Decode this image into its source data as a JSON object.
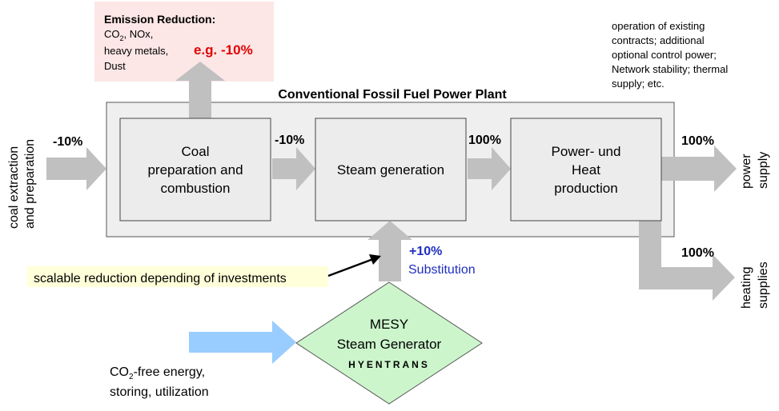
{
  "plant": {
    "title": "Conventional Fossil Fuel Power Plant"
  },
  "emission": {
    "heading": "Emission Reduction:",
    "line1_pre": "CO",
    "line1_sub": "2",
    "line1_post": ", NOx,",
    "line2": "heavy metals,",
    "line3": "Dust",
    "highlight": "e.g. -10%",
    "highlight_color": "#e00000"
  },
  "ops_note": [
    "operation of existing",
    "contracts; additional",
    "optional control power;",
    "Network stability; thermal",
    "supply; etc."
  ],
  "left_label": [
    "coal extraction",
    "and preparation"
  ],
  "boxes": {
    "coal": [
      "Coal",
      "preparation and",
      "combustion"
    ],
    "steam": [
      "Steam generation"
    ],
    "power": [
      "Power- und",
      "Heat",
      "production"
    ]
  },
  "percentages": {
    "input": "-10%",
    "coal_to_steam": "-10%",
    "steam_to_power": "100%",
    "power_out": "100%",
    "heat_out": "100%"
  },
  "outputs": {
    "power": [
      "power",
      "supply"
    ],
    "heating": [
      "heating",
      "supplies"
    ]
  },
  "substitution": {
    "percent": "+10%",
    "label": "Substitution",
    "color": "#1f2fbf"
  },
  "callout": {
    "text": "scalable reduction depending of investments"
  },
  "mesy": {
    "line1": "MESY",
    "line2": "Steam Generator",
    "brand": "HYENTRANS",
    "fill": "#ccf5cc"
  },
  "co2_free": {
    "line1_pre": "CO",
    "line1_sub": "2",
    "line1_post": "-free energy,",
    "line2": "storing, utilization"
  },
  "colors": {
    "arrow_gray": "#c0c0c0",
    "arrow_blue": "#99ccff",
    "plant_bg": "#efefef",
    "box_bg": "#ececec",
    "emission_bg": "#fce6e6",
    "callout_bg": "#ffffd9"
  }
}
